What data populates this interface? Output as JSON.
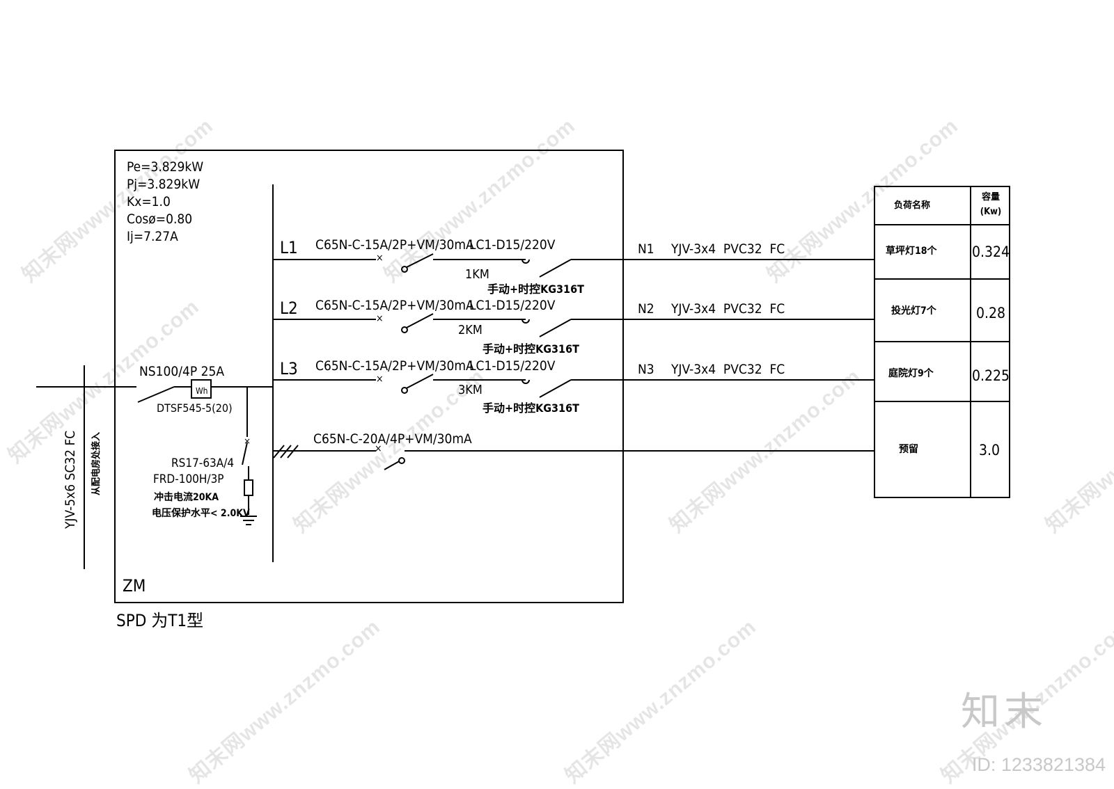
{
  "panel": {
    "params": [
      "Pe=3.829kW",
      "Pj=3.829kW",
      "Kx=1.0",
      "Cosø=0.80",
      "Ij=7.27A"
    ],
    "label": "ZM",
    "spd_note": "SPD 为T1型"
  },
  "incoming": {
    "cable": "YJV-5x6 SC32 FC",
    "note": "从配电房处接入",
    "main_breaker": "NS100/4P 25A",
    "meter_symbol": "Wh",
    "meter": "DTSF545-5(20)"
  },
  "spd": {
    "lines": [
      "RS17-63A/4",
      "FRD-100H/3P",
      "冲击电流20KA",
      "电压保护水平< 2.0KV"
    ]
  },
  "circuits": [
    {
      "phase": "L1",
      "breaker": "C65N-C-15A/2P+VM/30mA",
      "contactor": "LC1-D15/220V",
      "km": "1KM",
      "control": "手动+时控KG316T",
      "circuit": "N1",
      "cable": "YJV-3x4  PVC32  FC"
    },
    {
      "phase": "L2",
      "breaker": "C65N-C-15A/2P+VM/30mA",
      "contactor": "LC1-D15/220V",
      "km": "2KM",
      "control": "手动+时控KG316T",
      "circuit": "N2",
      "cable": "YJV-3x4  PVC32  FC"
    },
    {
      "phase": "L3",
      "breaker": "C65N-C-15A/2P+VM/30mA",
      "contactor": "LC1-D15/220V",
      "km": "3KM",
      "control": "手动+时控KG316T",
      "circuit": "N3",
      "cable": "YJV-3x4  PVC32  FC"
    },
    {
      "phase": "",
      "breaker": "C65N-C-20A/4P+VM/30mA"
    }
  ],
  "load_table": {
    "headers": [
      "负荷名称",
      "容量 (Kw)"
    ],
    "rows": [
      {
        "name": "草坪灯18个",
        "capacity": "0.324"
      },
      {
        "name": "投光灯7个",
        "capacity": "0.28"
      },
      {
        "name": "庭院灯9个",
        "capacity": "0.225"
      },
      {
        "name": "预留",
        "capacity": "3.0"
      }
    ]
  },
  "watermark": {
    "text": "知末网www.znzmo.com",
    "logo": "知末",
    "id": "ID: 1233821384"
  }
}
